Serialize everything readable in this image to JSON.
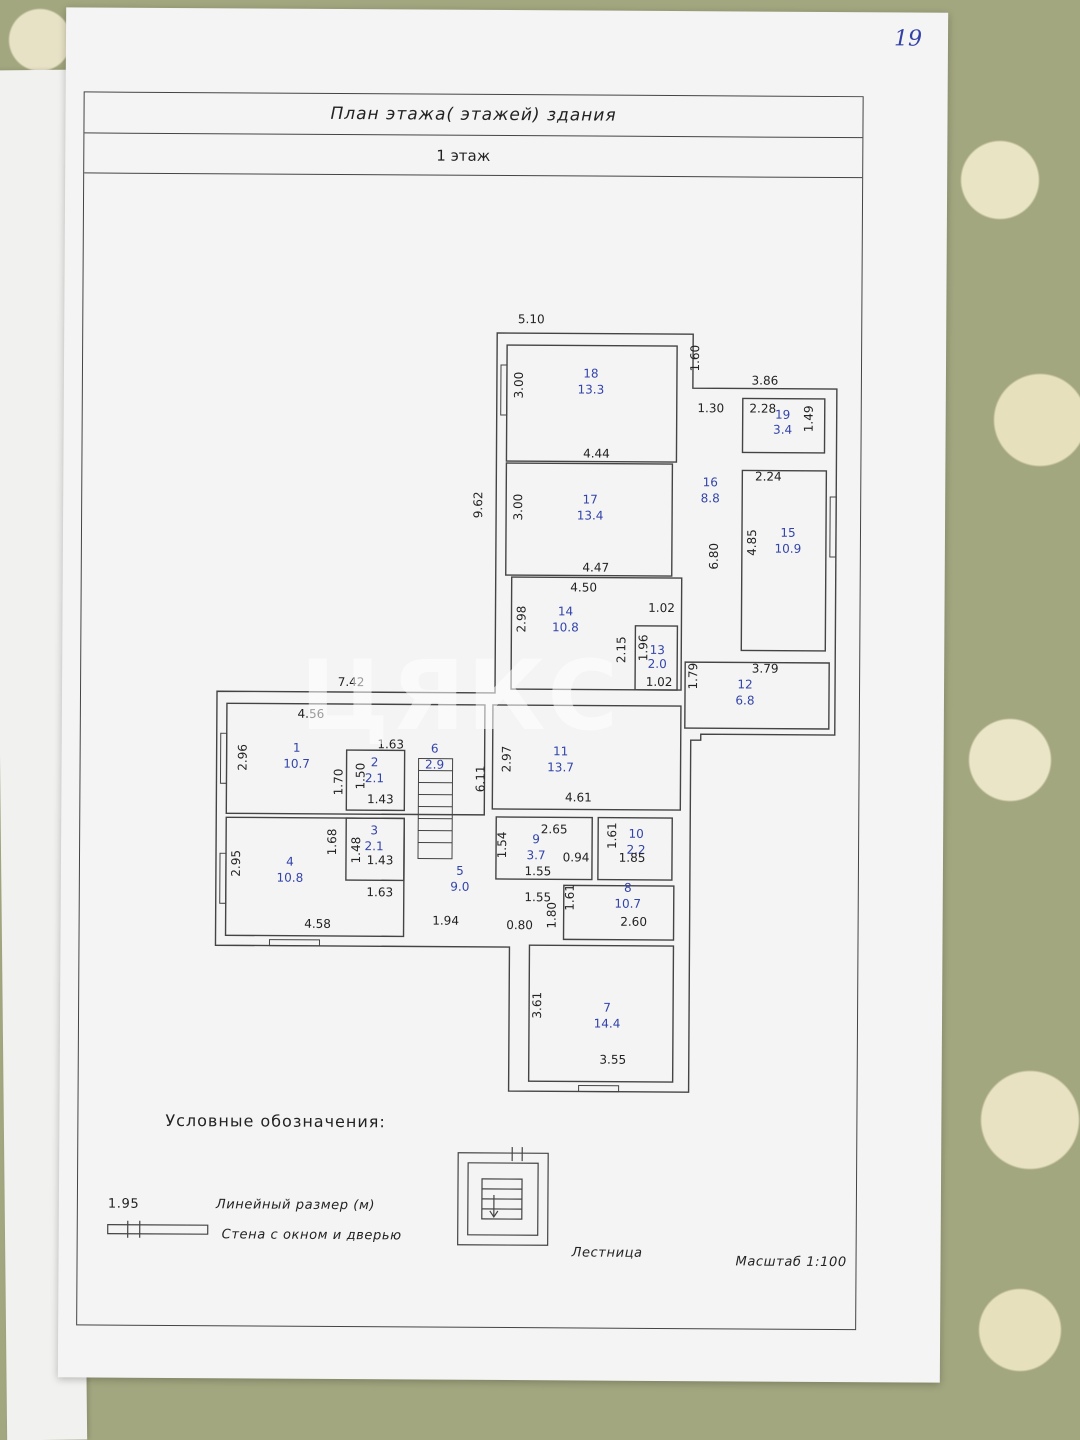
{
  "page_number": "19",
  "title": "План этажа( этажей) здания",
  "floor_label": "1 этаж",
  "rooms": [
    {
      "num": "1",
      "area": "10.7"
    },
    {
      "num": "2",
      "area": "2.1"
    },
    {
      "num": "3",
      "area": "2.1"
    },
    {
      "num": "4",
      "area": "10.8"
    },
    {
      "num": "5",
      "area": "9.0"
    },
    {
      "num": "6",
      "area": "2.9"
    },
    {
      "num": "7",
      "area": "14.4"
    },
    {
      "num": "8",
      "area": "10.7"
    },
    {
      "num": "9",
      "area": "3.7"
    },
    {
      "num": "10",
      "area": "2.2"
    },
    {
      "num": "11",
      "area": "13.7"
    },
    {
      "num": "12",
      "area": "6.8"
    },
    {
      "num": "13",
      "area": "2.0"
    },
    {
      "num": "14",
      "area": "10.8"
    },
    {
      "num": "15",
      "area": "10.9"
    },
    {
      "num": "16",
      "area": "8.8"
    },
    {
      "num": "17",
      "area": "13.4"
    },
    {
      "num": "18",
      "area": "13.3"
    },
    {
      "num": "19",
      "area": "3.4"
    }
  ],
  "dimensions": [
    "5.10",
    "1.60",
    "3.86",
    "3.00",
    "2.28",
    "1.30",
    "1.49",
    "4.44",
    "9.62",
    "3.00",
    "2.24",
    "4.85",
    "6.80",
    "4.47",
    "4.50",
    "2.98",
    "1.02",
    "1.96",
    "2.15",
    "1.02",
    "3.79",
    "1.79",
    "7.42",
    "4.56",
    "1.63",
    "2.96",
    "1.50",
    "1.70",
    "1.43",
    "6.11",
    "2.97",
    "4.61",
    "1.54",
    "2.65",
    "1.61",
    "2.95",
    "1.68",
    "1.48",
    "1.43",
    "1.55",
    "0.94",
    "1.85",
    "1.63",
    "1.55",
    "1.61",
    "4.58",
    "1.94",
    "0.80",
    "1.80",
    "2.60",
    "3.61",
    "3.55"
  ],
  "legend": {
    "title": "Условные обозначения:",
    "dim_sample": "1.95",
    "dim_label": "Линейный размер (м)",
    "wall_label": "Стена с окном и дверью",
    "stair_label": "Лестница",
    "scale": "Масштаб 1:100"
  },
  "watermark": "ЦЯКС"
}
